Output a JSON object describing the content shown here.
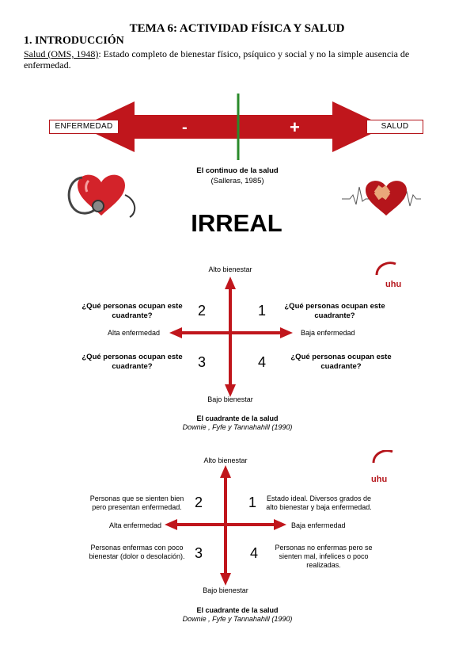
{
  "document": {
    "title": "TEMA 6: ACTIVIDAD FÍSICA Y SALUD",
    "section_heading": "1. INTRODUCCIÓN",
    "definition_source": "Salud (OMS, 1948)",
    "definition_text": ": Estado completo de bienestar físico, psíquico y social y no la simple ausencia de enfermedad."
  },
  "figure1": {
    "left_box": "ENFERMEDAD",
    "right_box": "SALUD",
    "minus": "-",
    "plus": "+",
    "caption_title": "El continuo de la salud",
    "caption_source": "(Salleras, 1985)",
    "stamp": "IRREAL",
    "colors": {
      "arrow": "#c0161c",
      "divider": "#2a8a2a"
    }
  },
  "figure2": {
    "top": "Alto bienestar",
    "bottom": "Bajo bienestar",
    "left": "Alta enfermedad",
    "right": "Baja enfermedad",
    "q1": "1",
    "q2": "2",
    "q3": "3",
    "q4": "4",
    "question": "¿Qué personas ocupan este cuadrante?",
    "caption_title": "El cuadrante de la salud",
    "caption_source": "Downie , Fyfe y Tannahahill (1990)",
    "logo": "uhu"
  },
  "figure3": {
    "top": "Alto bienestar",
    "bottom": "Bajo bienestar",
    "left": "Alta enfermedad",
    "right": "Baja enfermedad",
    "q1": "1",
    "q2": "2",
    "q3": "3",
    "q4": "4",
    "q1_text": "Estado ideal. Diversos grados de alto bienestar y baja enfermedad.",
    "q2_text": "Personas que se sienten bien pero presentan enfermedad.",
    "q3_text": "Personas enfermas con poco bienestar (dolor o desolación).",
    "q4_text": "Personas no enfermas pero se sienten mal, infelices o poco realizadas.",
    "caption_title": "El cuadrante de la salud",
    "caption_source": "Downie , Fyfe y Tannahahill (1990)",
    "logo": "uhu"
  }
}
